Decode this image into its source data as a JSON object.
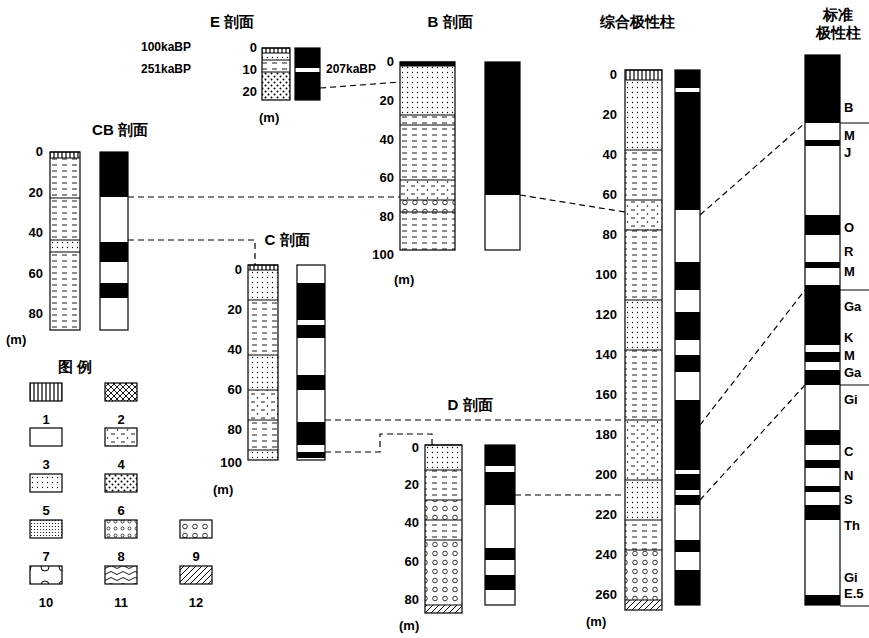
{
  "diagram": {
    "nodes": [
      {
        "text": [
          "E 剖面"
        ]
      },
      {
        "text": [
          "B 剖面"
        ]
      },
      {
        "text": [
          "综合极性柱"
        ]
      },
      {
        "text": [
          "标准 极性柱"
        ]
      },
      {
        "text": [
          "CB 剖面"
        ]
      },
      {
        "text": [
          "C 剖面"
        ]
      },
      {
        "text": [
          "D 剖面"
        ]
      }
    ],
    "edges": [
      {
        "from": 0,
        "to": 1,
        "arrow": "none"
      },
      {
        "from": 4,
        "to": 1,
        "arrow": "none"
      },
      {
        "from": 4,
        "to": 5,
        "arrow": "none"
      },
      {
        "from": 1,
        "to": 2,
        "arrow": "none"
      },
      {
        "from": 5,
        "to": 2,
        "arrow": "none"
      },
      {
        "from": 5,
        "to": 6,
        "arrow": "none"
      },
      {
        "from": 6,
        "to": 2,
        "arrow": "none"
      },
      {
        "from": 2,
        "to": 3,
        "arrow": "none"
      },
      {
        "from": 2,
        "to": 3,
        "arrow": "none"
      },
      {
        "from": 2,
        "to": 3,
        "arrow": "none"
      }
    ],
    "labels": [
      "100kaBP",
      "0",
      "251kaBP",
      "10",
      "20",
      "(m)",
      "207kaBP",
      "0",
      "20",
      "40",
      "60",
      "80",
      "100",
      "(m)",
      "0",
      "20",
      "40",
      "60",
      "80",
      "100",
      "120",
      "140",
      "160",
      "180",
      "200",
      "220",
      "240",
      "260",
      "(m)",
      "0",
      "20",
      "40",
      "60",
      "80",
      "(m)",
      "0",
      "20",
      "40",
      "60",
      "80",
      "100",
      "(m)",
      "0",
      "20",
      "40",
      "60",
      "80",
      "(m)",
      "B",
      "M",
      "J",
      "O",
      "R",
      "M",
      "Ga",
      "K",
      "M",
      "Ga",
      "Gi",
      "C",
      "N",
      "S",
      "Th",
      "Gi",
      "E.5",
      "图 例"
    ],
    "legend": [
      {
        "text": "1"
      },
      {
        "text": "2"
      },
      {
        "text": "3"
      },
      {
        "text": "4"
      },
      {
        "text": "5"
      },
      {
        "text": "6"
      },
      {
        "text": "7"
      },
      {
        "text": "8"
      },
      {
        "text": "9"
      },
      {
        "text": "10"
      },
      {
        "text": "11"
      },
      {
        "text": "12"
      }
    ]
  }
}
